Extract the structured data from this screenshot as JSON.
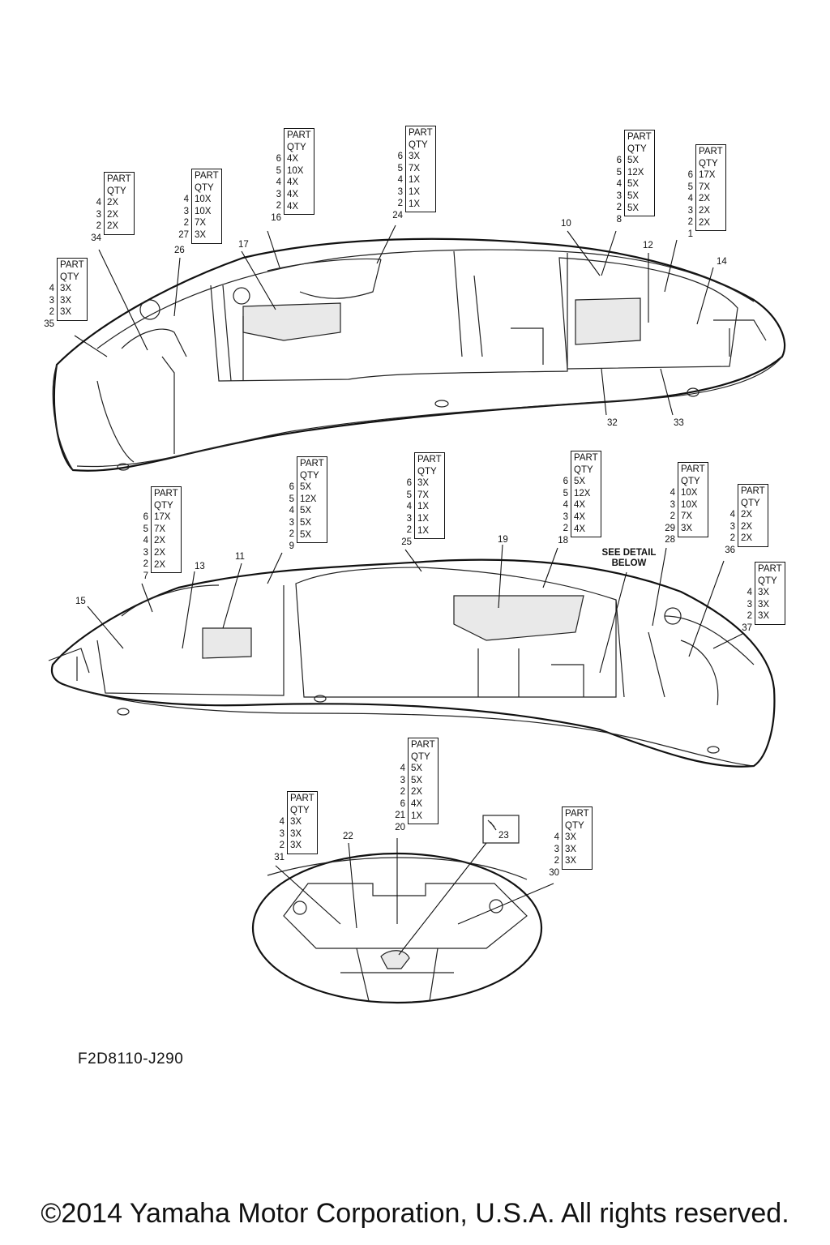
{
  "diagram_code": "F2D8110-J290",
  "copyright": "©2014 Yamaha Motor Corporation, U.S.A. All rights reserved.",
  "detail_note": [
    "SEE DETAIL",
    "BELOW"
  ],
  "part_header": [
    "PART",
    "QTY"
  ],
  "tables": [
    {
      "id": "t35",
      "ref": "35",
      "parts": [
        "4",
        "3",
        "2"
      ],
      "qty": [
        "3X",
        "3X",
        "3X"
      ]
    },
    {
      "id": "t34",
      "ref": "34",
      "parts": [
        "4",
        "3",
        "2"
      ],
      "qty": [
        "2X",
        "2X",
        "2X"
      ]
    },
    {
      "id": "t27",
      "ref": "27",
      "parts": [
        "4",
        "3",
        "2"
      ],
      "qty": [
        "10X",
        "10X",
        "7X",
        "3X"
      ]
    },
    {
      "id": "t16",
      "ref": "16",
      "parts": [
        "6",
        "5",
        "4",
        "3",
        "2"
      ],
      "qty": [
        "4X",
        "10X",
        "4X",
        "4X",
        "4X"
      ]
    },
    {
      "id": "t24",
      "ref": "24",
      "parts": [
        "6",
        "5",
        "4",
        "3",
        "2"
      ],
      "qty": [
        "3X",
        "7X",
        "1X",
        "1X",
        "1X"
      ]
    },
    {
      "id": "t8",
      "ref": "8",
      "parts": [
        "6",
        "5",
        "4",
        "3",
        "2"
      ],
      "qty": [
        "5X",
        "12X",
        "5X",
        "5X",
        "5X"
      ]
    },
    {
      "id": "t1",
      "ref": "1",
      "parts": [
        "6",
        "5",
        "4",
        "3",
        "2"
      ],
      "qty": [
        "17X",
        "7X",
        "2X",
        "2X",
        "2X"
      ]
    },
    {
      "id": "t7",
      "ref": "7",
      "parts": [
        "6",
        "5",
        "4",
        "3",
        "2"
      ],
      "qty": [
        "17X",
        "7X",
        "2X",
        "2X",
        "2X"
      ]
    },
    {
      "id": "t9",
      "ref": "9",
      "parts": [
        "6",
        "5",
        "4",
        "3",
        "2"
      ],
      "qty": [
        "5X",
        "12X",
        "5X",
        "5X",
        "5X"
      ]
    },
    {
      "id": "t25",
      "ref": "25",
      "parts": [
        "6",
        "5",
        "4",
        "3",
        "2"
      ],
      "qty": [
        "3X",
        "7X",
        "1X",
        "1X",
        "1X"
      ]
    },
    {
      "id": "t18",
      "ref": "18",
      "parts": [
        "6",
        "5",
        "4",
        "3",
        "2"
      ],
      "qty": [
        "5X",
        "12X",
        "4X",
        "4X",
        "4X"
      ]
    },
    {
      "id": "t28",
      "ref": "28",
      "parts": [
        "4",
        "3",
        "2",
        "29"
      ],
      "qty": [
        "10X",
        "10X",
        "7X",
        "3X"
      ]
    },
    {
      "id": "t36",
      "ref": "36",
      "parts": [
        "4",
        "3",
        "2"
      ],
      "qty": [
        "2X",
        "2X",
        "2X"
      ]
    },
    {
      "id": "t37",
      "ref": "37",
      "parts": [
        "4",
        "3",
        "2"
      ],
      "qty": [
        "3X",
        "3X",
        "3X"
      ]
    },
    {
      "id": "t20",
      "ref": "20",
      "parts": [
        "4",
        "3",
        "2",
        "6",
        "21"
      ],
      "qty": [
        "5X",
        "5X",
        "2X",
        "4X",
        "1X"
      ]
    },
    {
      "id": "t31",
      "ref": "31",
      "parts": [
        "4",
        "3",
        "2"
      ],
      "qty": [
        "3X",
        "3X",
        "3X"
      ]
    },
    {
      "id": "t30",
      "ref": "30",
      "parts": [
        "4",
        "3",
        "2"
      ],
      "qty": [
        "3X",
        "3X",
        "3X"
      ]
    }
  ],
  "callouts": [
    {
      "id": "c26",
      "label": "26"
    },
    {
      "id": "c17",
      "label": "17"
    },
    {
      "id": "c10",
      "label": "10"
    },
    {
      "id": "c12",
      "label": "12"
    },
    {
      "id": "c14",
      "label": "14"
    },
    {
      "id": "c32",
      "label": "32"
    },
    {
      "id": "c33",
      "label": "33"
    },
    {
      "id": "c15",
      "label": "15"
    },
    {
      "id": "c13",
      "label": "13"
    },
    {
      "id": "c11",
      "label": "11"
    },
    {
      "id": "c19",
      "label": "19"
    },
    {
      "id": "c22",
      "label": "22"
    },
    {
      "id": "c23",
      "label": "23"
    }
  ]
}
